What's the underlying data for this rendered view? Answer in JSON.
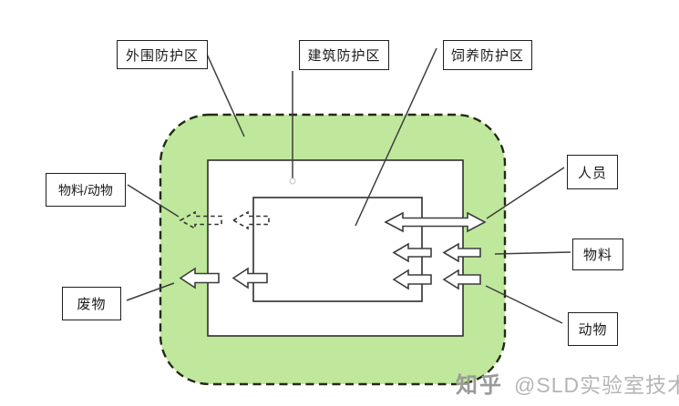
{
  "zones": {
    "outer": {
      "label": "外围防护区"
    },
    "building": {
      "label": "建筑防护区"
    },
    "breeding": {
      "label": "饲养防护区"
    }
  },
  "flows": {
    "material_animal": {
      "label": "物料/动物"
    },
    "waste": {
      "label": "废物"
    },
    "personnel": {
      "label": "人员"
    },
    "material": {
      "label": "物料"
    },
    "animal": {
      "label": "动物"
    }
  },
  "watermark": {
    "brand": "知乎",
    "handle": "@SLD实验室技术"
  },
  "colors": {
    "zone_fill": "#bfe89c",
    "zone_border": "#222b15",
    "line": "#3d3d3d"
  }
}
